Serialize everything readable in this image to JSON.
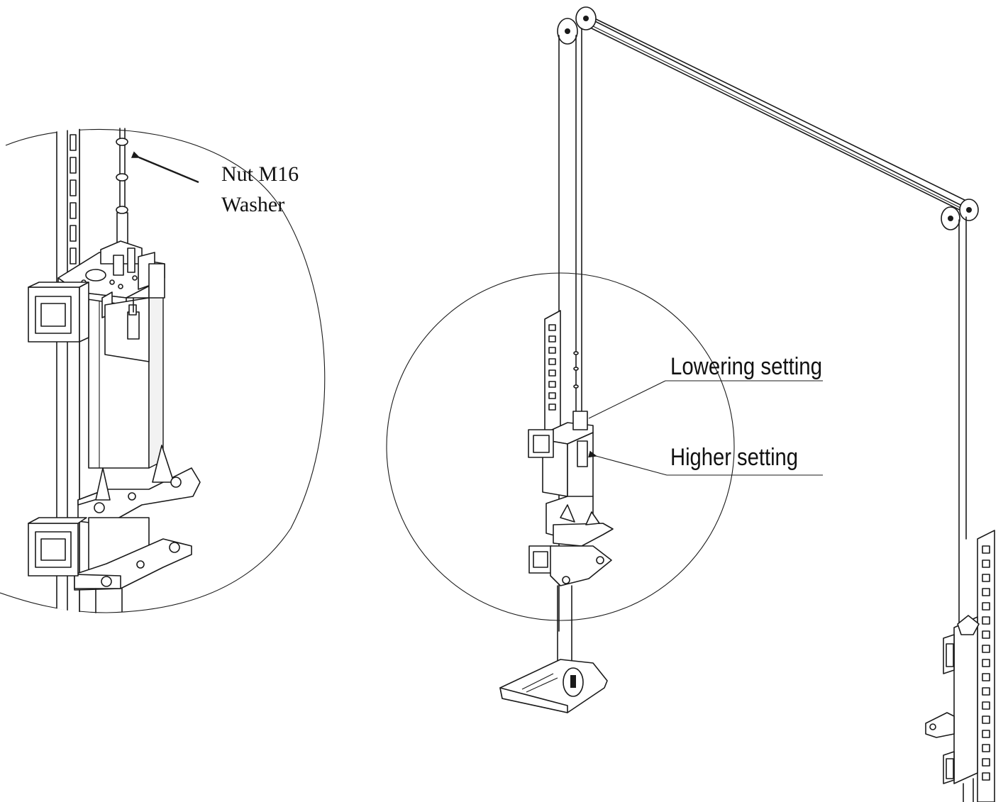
{
  "labels": {
    "nut": "Nut M16",
    "washer": "Washer",
    "lowering": "Lowering setting",
    "higher": "Higher setting"
  },
  "colors": {
    "line": "#1a1a1a",
    "background": "#ffffff"
  }
}
